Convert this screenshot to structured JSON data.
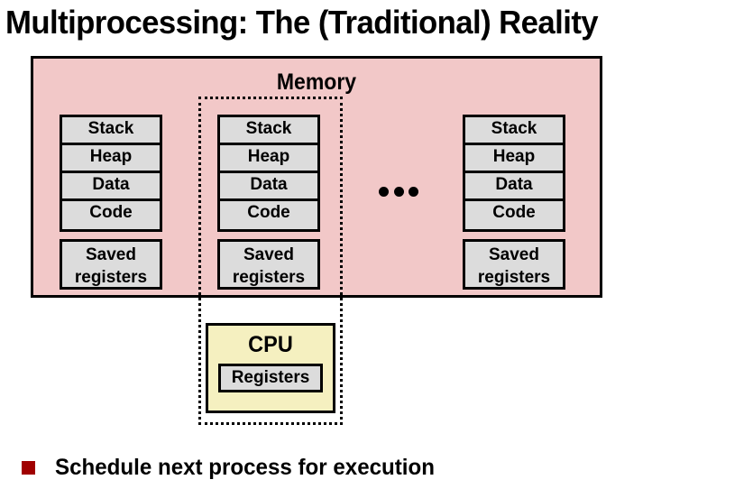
{
  "slide": {
    "title": "Multiprocessing: The (Traditional) Reality"
  },
  "memory": {
    "label": "Memory",
    "fill_color": "#f2c8c8",
    "border_color": "#000000",
    "ellipsis": "..."
  },
  "process_columns": [
    {
      "id": "left",
      "segments": [
        "Stack",
        "Heap",
        "Data",
        "Code"
      ],
      "saved_registers": {
        "line1": "Saved",
        "line2": "registers"
      }
    },
    {
      "id": "middle",
      "selected": true,
      "segments": [
        "Stack",
        "Heap",
        "Data",
        "Code"
      ],
      "saved_registers": {
        "line1": "Saved",
        "line2": "registers"
      }
    },
    {
      "id": "right",
      "segments": [
        "Stack",
        "Heap",
        "Data",
        "Code"
      ],
      "saved_registers": {
        "line1": "Saved",
        "line2": "registers"
      }
    }
  ],
  "cpu": {
    "label": "CPU",
    "registers_label": "Registers",
    "fill_color": "#f5f0c0"
  },
  "bullets": [
    {
      "marker_color": "#a00000",
      "text": "Schedule next process for execution"
    }
  ]
}
